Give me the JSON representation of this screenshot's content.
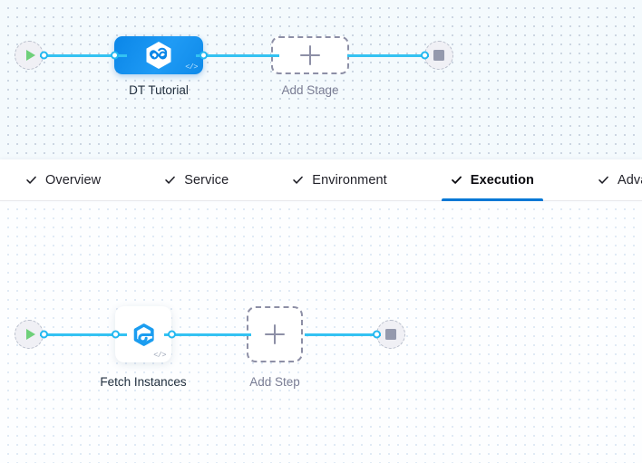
{
  "stage_canvas": {
    "name": "pipeline-stage-canvas",
    "start_node": {
      "icon": "play-icon",
      "title": "Start"
    },
    "end_node": {
      "icon": "stop-icon",
      "title": "End"
    },
    "stages": [
      {
        "label": "DT Tutorial",
        "icon": "harness-infinity-hexagon-icon",
        "badge": "</>",
        "selected": true
      }
    ],
    "add_stage": {
      "label": "Add Stage",
      "icon": "plus-icon"
    }
  },
  "tabs": {
    "name": "pipeline-stage-tabs",
    "items": [
      {
        "label": "Overview",
        "icon": "check-icon",
        "active": false
      },
      {
        "label": "Service",
        "icon": "check-icon",
        "active": false
      },
      {
        "label": "Environment",
        "icon": "check-icon",
        "active": false
      },
      {
        "label": "Execution",
        "icon": "check-icon",
        "active": true
      },
      {
        "label": "Advanced",
        "icon": "check-icon",
        "active": false
      }
    ],
    "active_indicator_color": "#0278d5"
  },
  "step_canvas": {
    "name": "execution-step-canvas",
    "start_node": {
      "icon": "play-icon",
      "title": "Start"
    },
    "end_node": {
      "icon": "stop-icon",
      "title": "End"
    },
    "steps": [
      {
        "label": "Fetch Instances",
        "icon": "spot-elastigroup-icon",
        "badge": "</>"
      }
    ],
    "add_step": {
      "label": "Add Step",
      "icon": "plus-icon"
    }
  },
  "colors": {
    "edge": "#33c2f2",
    "port": "#24b8f0",
    "stage_blue": "#0a86e8",
    "accent": "#0278d5",
    "play_green": "#6fd07a",
    "stop_grey": "#9499ad",
    "dashed_grey": "#8d8fa6"
  }
}
